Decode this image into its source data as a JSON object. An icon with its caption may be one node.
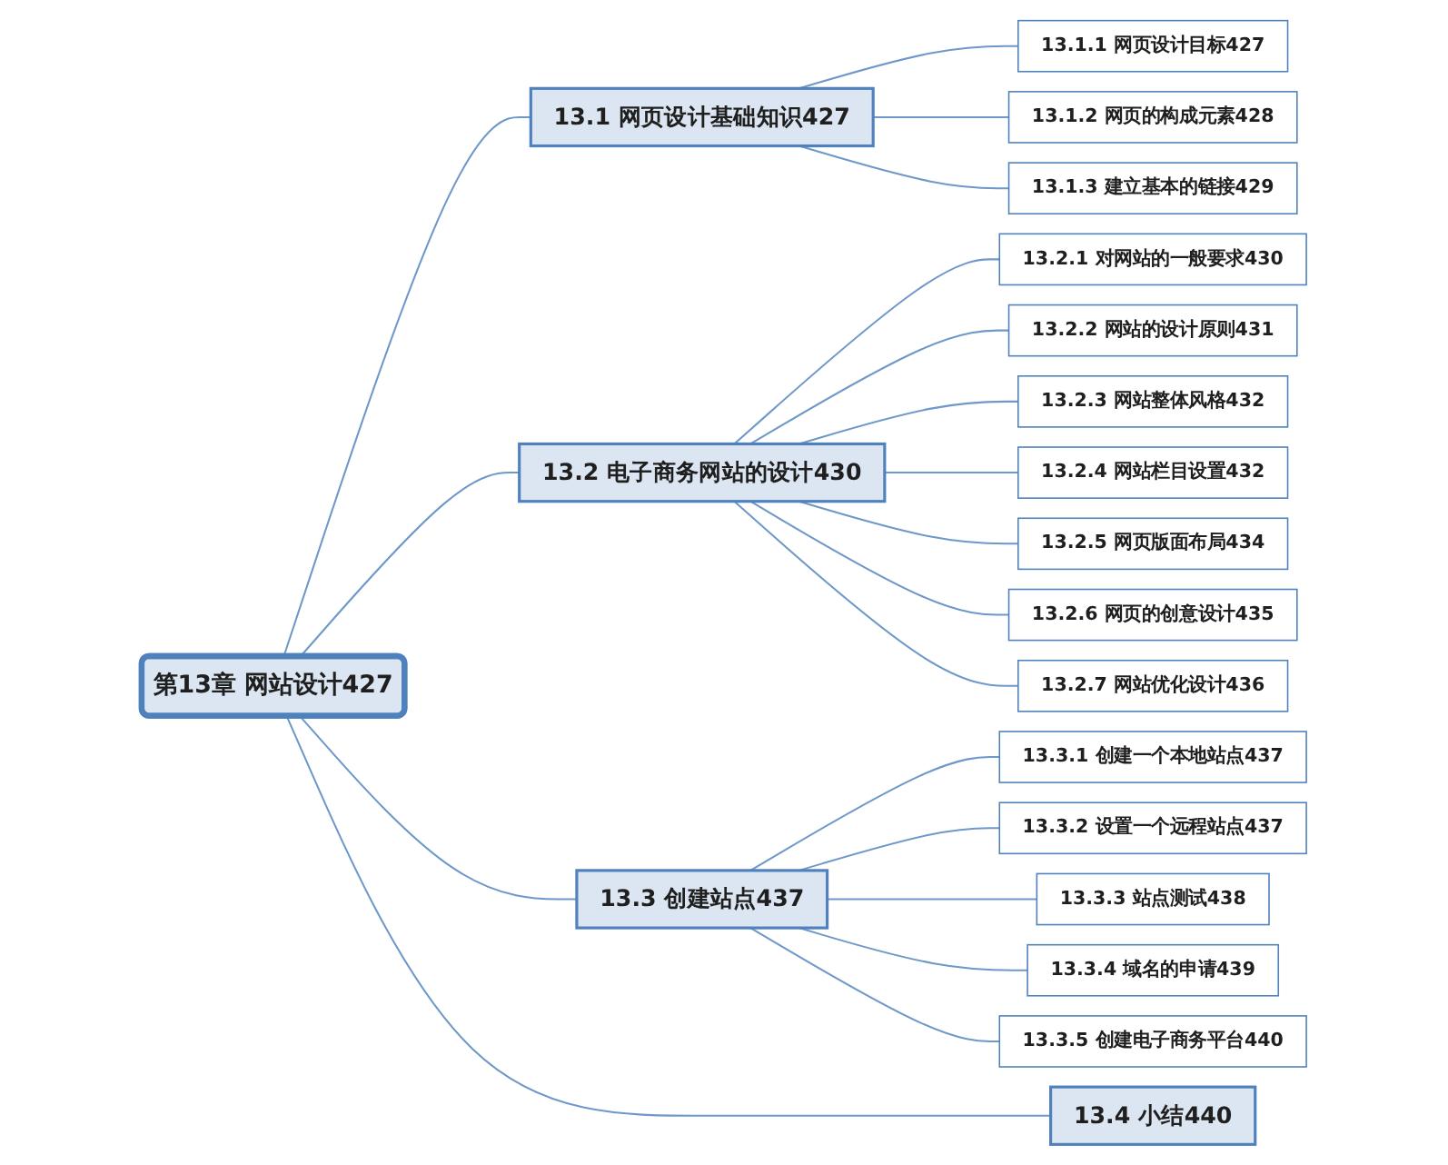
{
  "diagram": {
    "nodes": [
      {
        "text": [
          "第13章 网站设计427"
        ]
      },
      {
        "text": [
          "13.1 网页设计基础知识427"
        ]
      },
      {
        "text": [
          "13.1.1 网页设计目标427"
        ]
      },
      {
        "text": [
          "13.1.2 网页的构成元素428"
        ]
      },
      {
        "text": [
          "13.1.3 建立基本的链接429"
        ]
      },
      {
        "text": [
          "13.2 电子商务网站的设计430"
        ]
      },
      {
        "text": [
          "13.2.1 对网站的一般要求430"
        ]
      },
      {
        "text": [
          "13.2.2 网站的设计原则431"
        ]
      },
      {
        "text": [
          "13.2.3 网站整体风格432"
        ]
      },
      {
        "text": [
          "13.2.4 网站栏目设置432"
        ]
      },
      {
        "text": [
          "13.2.5 网页版面布局434"
        ]
      },
      {
        "text": [
          "13.2.6 网页的创意设计435"
        ]
      },
      {
        "text": [
          "13.2.7 网站优化设计436"
        ]
      },
      {
        "text": [
          "13.3 创建站点437"
        ]
      },
      {
        "text": [
          "13.3.1 创建一个本地站点437"
        ]
      },
      {
        "text": [
          "13.3.2 设置一个远程站点437"
        ]
      },
      {
        "text": [
          "13.3.3 站点测试438"
        ]
      },
      {
        "text": [
          "13.3.4 域名的申请439"
        ]
      },
      {
        "text": [
          "13.3.5 创建电子商务平台440"
        ]
      },
      {
        "text": [
          "13.4 小结440"
        ]
      }
    ],
    "edges": [
      {
        "from": 0,
        "to": 1,
        "arrow": "none"
      },
      {
        "from": 1,
        "to": 2,
        "arrow": "none"
      },
      {
        "from": 1,
        "to": 3,
        "arrow": "none"
      },
      {
        "from": 1,
        "to": 4,
        "arrow": "none"
      },
      {
        "from": 0,
        "to": 5,
        "arrow": "none"
      },
      {
        "from": 5,
        "to": 6,
        "arrow": "none"
      },
      {
        "from": 5,
        "to": 7,
        "arrow": "none"
      },
      {
        "from": 5,
        "to": 8,
        "arrow": "none"
      },
      {
        "from": 5,
        "to": 9,
        "arrow": "none"
      },
      {
        "from": 5,
        "to": 10,
        "arrow": "none"
      },
      {
        "from": 5,
        "to": 11,
        "arrow": "none"
      },
      {
        "from": 5,
        "to": 12,
        "arrow": "none"
      },
      {
        "from": 0,
        "to": 13,
        "arrow": "none"
      },
      {
        "from": 13,
        "to": 14,
        "arrow": "none"
      },
      {
        "from": 13,
        "to": 15,
        "arrow": "none"
      },
      {
        "from": 13,
        "to": 16,
        "arrow": "none"
      },
      {
        "from": 13,
        "to": 17,
        "arrow": "none"
      },
      {
        "from": 13,
        "to": 18,
        "arrow": "none"
      },
      {
        "from": 0,
        "to": 19,
        "arrow": "none"
      }
    ]
  }
}
